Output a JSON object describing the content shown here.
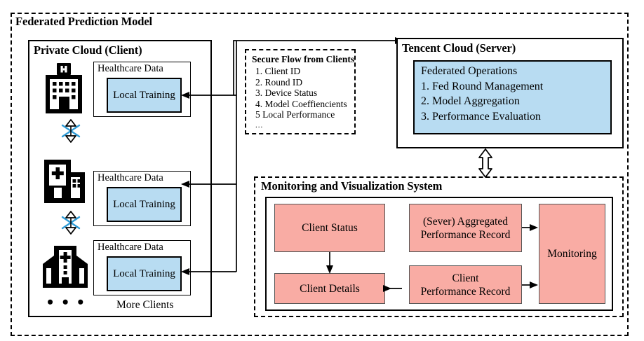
{
  "diagram": {
    "title": "Federated Prediction Model",
    "type": "architecture-block-diagram"
  },
  "private_cloud": {
    "title": "Private Cloud (Client)",
    "clients": [
      {
        "icon": "hospital-building-h-sign-icon",
        "data_label": "Healthcare Data",
        "training_label": "Local Training"
      },
      {
        "icon": "hospital-building-cross-l-shape-icon",
        "data_label": "Healthcare Data",
        "training_label": "Local Training"
      },
      {
        "icon": "hospital-tower-cross-icon",
        "data_label": "Healthcare Data",
        "training_label": "Local Training"
      }
    ],
    "more_clients_label": "More Clients",
    "ellipsis": "• • •",
    "link_icon": "bidirectional-secure-link-icon"
  },
  "secure_flow": {
    "title": "Secure Flow from Clients",
    "items": [
      "1. Client ID",
      "2. Round ID",
      "3. Device Status",
      "4. Model Coeffiencients",
      "5 Local Performance"
    ],
    "ellipsis": "..."
  },
  "tencent_cloud": {
    "title": "Tencent Cloud (Server)",
    "operations_heading": "Federated Operations",
    "operations": [
      "1. Fed Round Management",
      "2. Model Aggregation",
      "3. Performance Evaluation"
    ]
  },
  "monitoring_system": {
    "title": "Monitoring and Visualization System",
    "blocks": [
      {
        "id": "client-status",
        "label": "Client Status"
      },
      {
        "id": "server-aggregated-performance-record",
        "label": "(Sever) Aggregated\nPerformance Record"
      },
      {
        "id": "monitoring",
        "label": "Monitoring"
      },
      {
        "id": "client-details",
        "label": "Client Details"
      },
      {
        "id": "client-performance-record",
        "label": "Client\nPerformance Record"
      }
    ],
    "link_icon": "bidirectional-hollow-arrow-icon"
  },
  "colors": {
    "blue_fill": "#b8dcf2",
    "pink_fill": "#f9aca4",
    "stroke": "#000000",
    "accent_link": "#2e9bd6",
    "background": "#ffffff"
  }
}
